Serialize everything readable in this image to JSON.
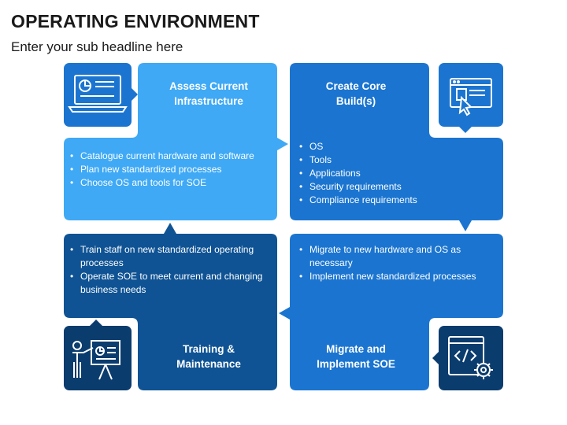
{
  "header": {
    "title": "OPERATING ENVIRONMENT",
    "subtitle": "Enter your sub headline here"
  },
  "colors": {
    "light_blue": "#3fa9f5",
    "mid_blue": "#1b75d0",
    "dark_blue": "#0f5394",
    "icon_box_light": "#1b75d0",
    "icon_box_dark": "#0b3c6e"
  },
  "quadrants": [
    {
      "heading": "Assess Current\nInfrastructure",
      "bullets": [
        "Catalogue current hardware and software",
        "Plan new standardized processes",
        "Choose OS and tools for SOE"
      ],
      "icon": "laptop-chart-icon"
    },
    {
      "heading": "Create Core\nBuild(s)",
      "bullets": [
        "OS",
        "Tools",
        "Applications",
        "Security requirements",
        "Compliance requirements"
      ],
      "icon": "browser-click-icon"
    },
    {
      "heading": "Training &\nMaintenance",
      "bullets": [
        "Train staff on new standardized operating processes",
        "Operate SOE to meet current and changing business needs"
      ],
      "icon": "presenter-board-icon"
    },
    {
      "heading": "Migrate and\nImplement SOE",
      "bullets": [
        "Migrate to new hardware and OS as necessary",
        "Implement new standardized processes"
      ],
      "icon": "code-gear-icon"
    }
  ]
}
